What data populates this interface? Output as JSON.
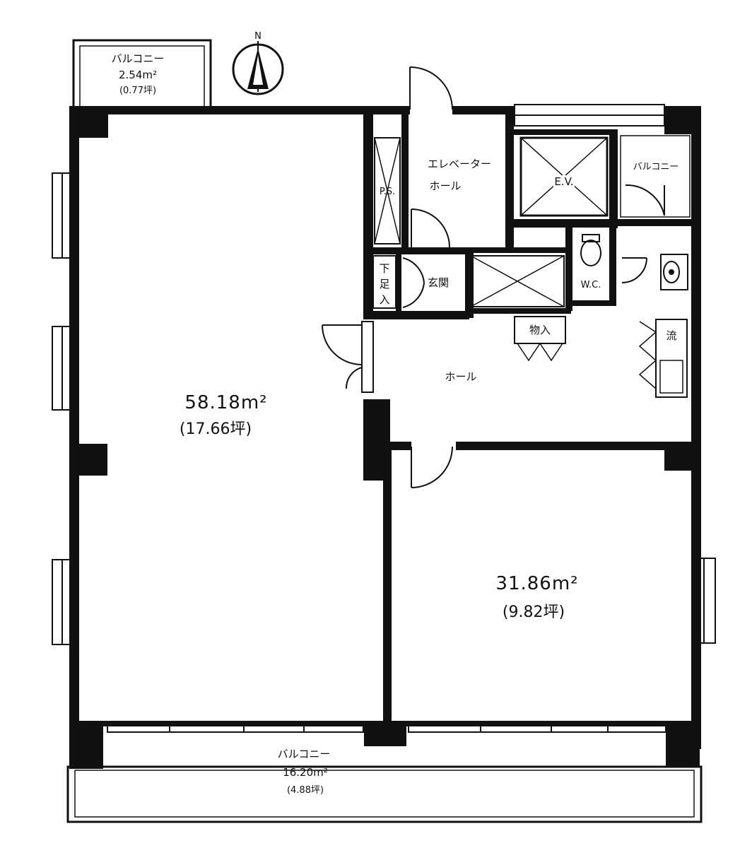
{
  "compass": {
    "north_label": "N"
  },
  "rooms": {
    "main_room": {
      "area": "58.18m²",
      "tsubo": "(17.66坪)"
    },
    "second_room": {
      "area": "31.86m²",
      "tsubo": "(9.82坪)"
    },
    "hall": {
      "label": "ホール"
    },
    "elevator_hall": {
      "line1": "エレベーター",
      "line2": "ホール"
    },
    "elevator": {
      "label": "E.V."
    },
    "ps": {
      "label": "P.S."
    },
    "genkan": {
      "label": "玄関"
    },
    "shoe_box": {
      "chars": [
        "下",
        "足",
        "入"
      ]
    },
    "wc": {
      "label": "W.C."
    },
    "closet": {
      "label": "物入"
    },
    "kitchen_sink": {
      "label": "流"
    }
  },
  "balconies": {
    "north_west": {
      "name": "バルコニー",
      "area": "2.54m²",
      "tsubo": "(0.77坪)"
    },
    "north_east": {
      "name": "バルコニー"
    },
    "south": {
      "name": "バルコニー",
      "area": "16.20m²",
      "tsubo": "(4.88坪)"
    }
  }
}
